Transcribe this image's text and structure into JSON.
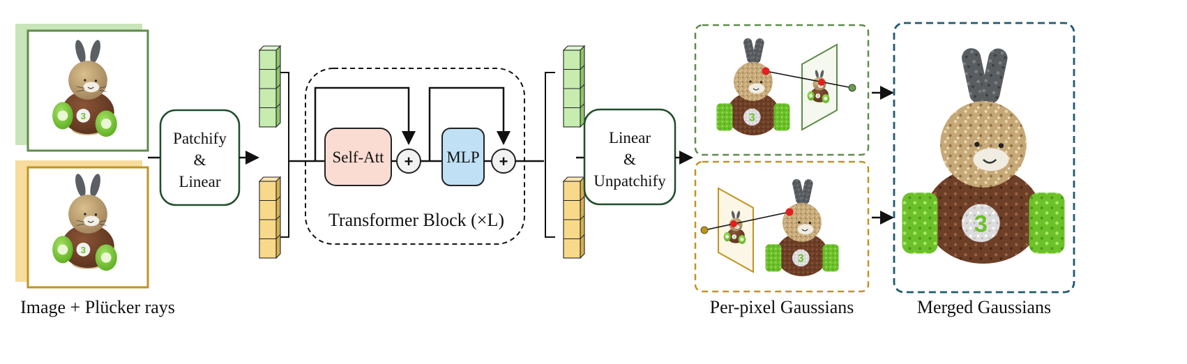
{
  "captions": {
    "input": "Image + Plücker rays",
    "per_pixel": "Per-pixel Gaussians",
    "merged": "Merged Gaussians"
  },
  "blocks": {
    "patchify_line1": "Patchify",
    "patchify_line2": "&",
    "patchify_line3": "Linear",
    "self_att": "Self-Att",
    "mlp": "MLP",
    "plus": "+",
    "transformer_block": "Transformer Block (×L)",
    "unpatchify_line1": "Linear",
    "unpatchify_line2": "&",
    "unpatchify_line3": "Unpatchify"
  },
  "colors": {
    "view1_frame": "#5e8c4a",
    "view1_back": "#c8e6b9",
    "view2_frame": "#c09420",
    "view2_back": "#f7dc9c",
    "module_border": "#1f4d2a",
    "self_att_fill": "#fbdcd2",
    "mlp_fill": "#bfe0f5",
    "token_green": "#c6ecb0",
    "token_yellow": "#f8d98a",
    "per_pixel_top_border": "#5e8c4a",
    "per_pixel_bottom_border": "#c09420",
    "merged_border": "#1f5a6e",
    "point_red": "#e02020"
  },
  "icons": [
    "bunny-toy-icon",
    "token-stack-icon",
    "camera-plane-icon",
    "gaussian-point-cloud-icon"
  ]
}
